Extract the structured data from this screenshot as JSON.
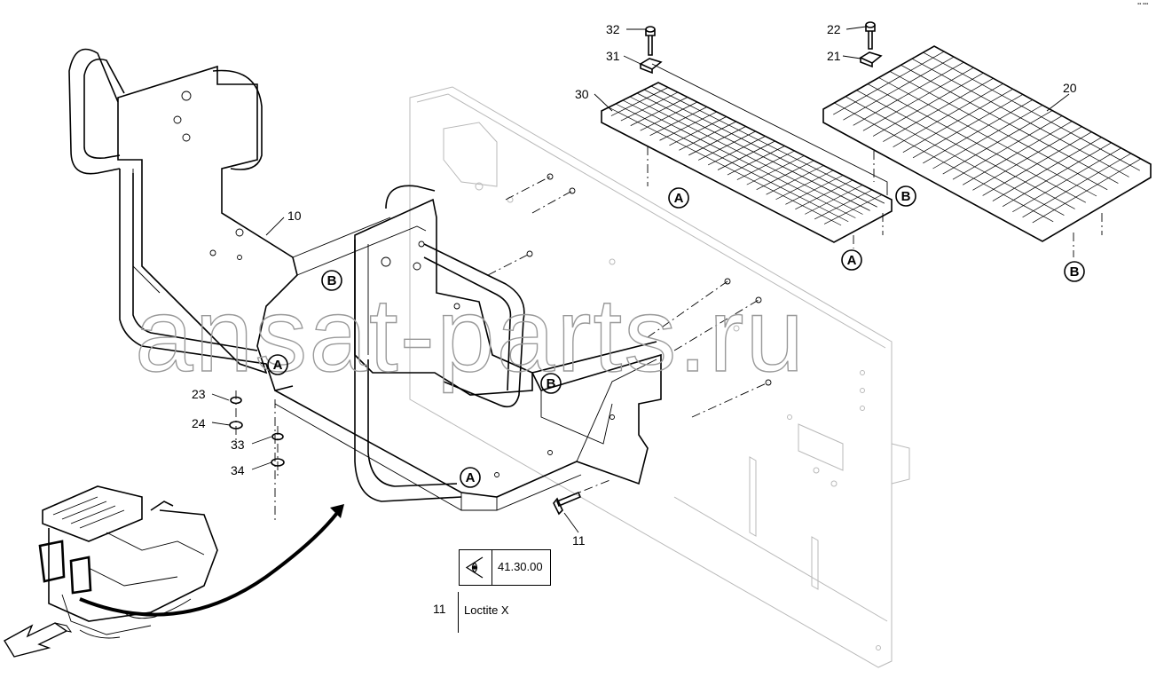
{
  "watermark": "ansat-parts.ru",
  "corner_mark": "▪▪ ▪▪▪",
  "part_labels": [
    {
      "id": "p32",
      "text": "32"
    },
    {
      "id": "p31",
      "text": "31"
    },
    {
      "id": "p30",
      "text": "30"
    },
    {
      "id": "p22",
      "text": "22"
    },
    {
      "id": "p21",
      "text": "21"
    },
    {
      "id": "p20",
      "text": "20"
    },
    {
      "id": "p10",
      "text": "10"
    },
    {
      "id": "p23",
      "text": "23"
    },
    {
      "id": "p24",
      "text": "24"
    },
    {
      "id": "p33",
      "text": "33"
    },
    {
      "id": "p34",
      "text": "34"
    },
    {
      "id": "p11",
      "text": "11"
    }
  ],
  "ref_markers": [
    {
      "id": "a1",
      "text": "A"
    },
    {
      "id": "a2",
      "text": "A"
    },
    {
      "id": "a3",
      "text": "A"
    },
    {
      "id": "a4",
      "text": "A"
    },
    {
      "id": "b1",
      "text": "B"
    },
    {
      "id": "b2",
      "text": "B"
    },
    {
      "id": "b3",
      "text": "B"
    },
    {
      "id": "b4",
      "text": "B"
    }
  ],
  "reference": {
    "page": "41.30.00",
    "icon": "eye-icon"
  },
  "loctite": {
    "number": "11",
    "text": "Loctite X"
  }
}
